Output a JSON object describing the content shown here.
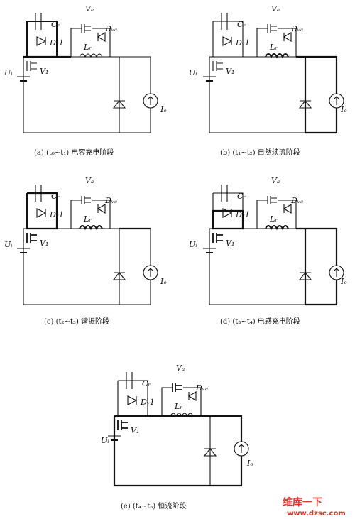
{
  "panels": [
    {
      "id": "a",
      "caption": "(a)  (t₀~t₁) 电容充电阶段",
      "labels": {
        "ui": "Uᵢ",
        "cr": "Cᵣ",
        "va": "Vₐ",
        "dva": "Dᵥₐ",
        "dv1": "Dᵥ1",
        "lr": "Lᵣ",
        "v1": "V₁",
        "io": "Iₒ"
      }
    },
    {
      "id": "b",
      "caption": "(b)  (t₁~t₂) 自然续流阶段",
      "labels": {
        "ui": "Uᵢ",
        "cr": "Cᵣ",
        "va": "Vₐ",
        "dva": "Dᵥₐ",
        "dv1": "Dᵥ1",
        "lr": "Lᵣ",
        "v1": "V₁",
        "io": "Iₒ"
      }
    },
    {
      "id": "c",
      "caption": "(c)  (t₂~t₃) 谐振阶段",
      "labels": {
        "ui": "Uᵢ",
        "cr": "Cᵣ",
        "va": "Vₐ",
        "dva": "Dᵥₐ",
        "dv1": "Dᵥ1",
        "lr": "Lᵣ",
        "v1": "V₁",
        "io": "Iₒ"
      }
    },
    {
      "id": "d",
      "caption": "(d)  (t₃~t₄) 电感充电阶段",
      "labels": {
        "ui": "Uᵢ",
        "cr": "Cᵣ",
        "va": "Vₐ",
        "dva": "Dᵥₐ",
        "dv1": "Dᵥ1",
        "lr": "Lᵣ",
        "v1": "V₁",
        "io": "Iₒ"
      }
    },
    {
      "id": "e",
      "caption": "(e)  (t₄~t₅) 恒流阶段",
      "labels": {
        "ui": "Uᵢ",
        "cr": "Cᵣ",
        "va": "Vₐ",
        "dva": "Dᵥₐ",
        "dv1": "Dᵥ1",
        "lr": "Lᵣ",
        "v1": "V₁",
        "io": "Iₒ"
      }
    }
  ],
  "watermark": {
    "brand": "维库一下",
    "url": "www.dzsc.com"
  },
  "colors": {
    "line": "#111111",
    "watermark": "#e0332a"
  }
}
